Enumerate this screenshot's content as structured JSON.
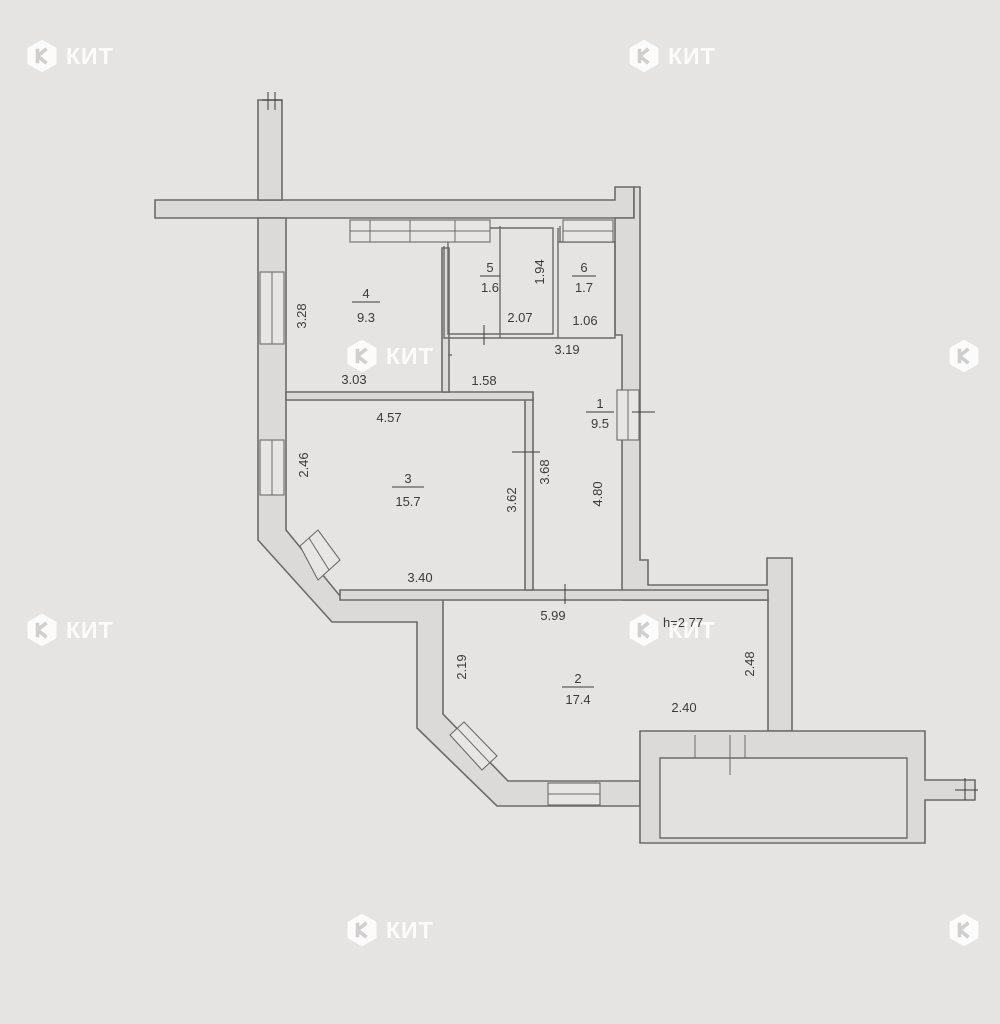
{
  "brand": {
    "watermark_text": "КИТ",
    "logo_icon": "kit-hexagon-logo-icon"
  },
  "colors": {
    "paper": "#e6e4e3",
    "wall_fill": "#dcdad9",
    "line": "#6d6b6a",
    "text": "#3d3b3a",
    "watermark": "#ffffff"
  },
  "rooms": [
    {
      "number": "1",
      "area": "9.5"
    },
    {
      "number": "2",
      "area": "17.4"
    },
    {
      "number": "3",
      "area": "15.7"
    },
    {
      "number": "4",
      "area": "9.3"
    },
    {
      "number": "5",
      "area": "1.6"
    },
    {
      "number": "6",
      "area": "1.7"
    }
  ],
  "dimensions": {
    "d_3_28": "3.28",
    "d_3_03": "3.03",
    "d_1_94": "1.94",
    "d_2_07": "2.07",
    "d_1_06": "1.06",
    "d_3_19": "3.19",
    "d_1_58": "1.58",
    "d_4_57": "4.57",
    "d_2_46": "2.46",
    "d_3_62": "3.62",
    "d_3_68": "3.68",
    "d_4_80": "4.80",
    "d_3_40": "3.40",
    "d_5_99": "5.99",
    "d_2_19": "2.19",
    "d_2_48": "2.48",
    "d_2_40": "2.40"
  },
  "ceiling_height": "h=2.77"
}
